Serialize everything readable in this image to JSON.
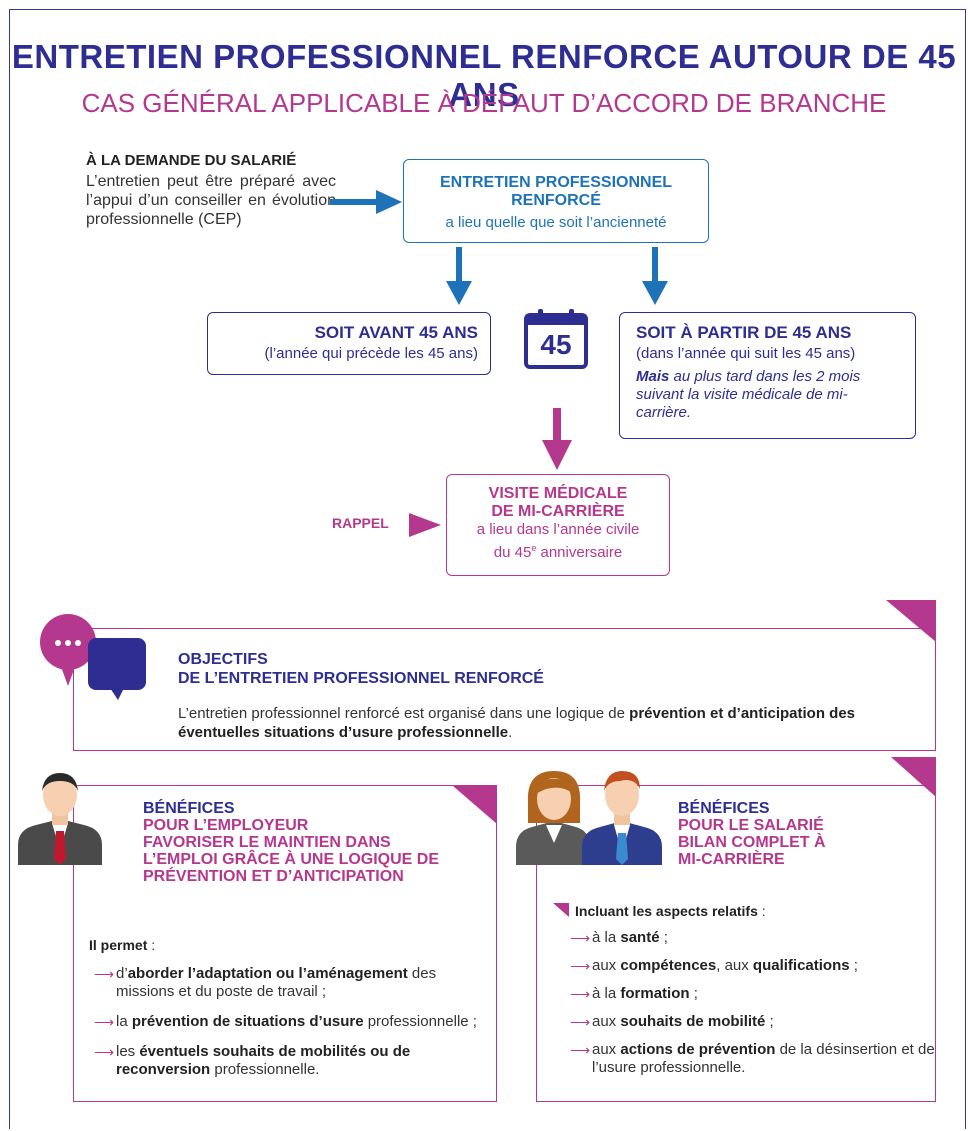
{
  "title": "ENTRETIEN PROFESSIONNEL RENFORCE AUTOUR DE 45 ANS",
  "subtitle": "CAS GÉNÉRAL APPLICABLE À DÉFAUT D’ACCORD DE BRANCHE",
  "demande": {
    "heading": "À LA DEMANDE DU SALARIÉ",
    "text": "L’entretien peut être préparé avec l’appui d’un conseiller en évolution professionnelle (CEP)"
  },
  "entretien_box": {
    "heading": "ENTRETIEN PROFESSIONNEL RENFORCÉ",
    "text": "a lieu quelle que soit l’ancienneté"
  },
  "avant": {
    "heading": "SOIT AVANT 45 ANS",
    "text": "(l’année qui précède les 45 ans)"
  },
  "calendar": {
    "number": "45"
  },
  "partir": {
    "heading": "SOIT À PARTIR DE 45 ANS",
    "text": "(dans l’année qui suit les 45 ans)",
    "mais_bold": "Mais",
    "mais_text": " au plus tard dans les 2 mois suivant la visite médicale de mi-carrière."
  },
  "rappel": "RAPPEL",
  "visite": {
    "heading_1": "VISITE MÉDICALE",
    "heading_2": "DE MI-CARRIÈRE",
    "text_1": "a lieu dans l’année civile",
    "text_2a": "du 45",
    "text_2sup": "e",
    "text_2b": " anniversaire"
  },
  "objectifs": {
    "heading_1": "OBJECTIFS",
    "heading_2": "DE L’ENTRETIEN PROFESSIONNEL RENFORCÉ",
    "text_a": "L’entretien professionnel renforcé est organisé dans une logique de ",
    "text_bold": "prévention et d’anticipation des éventuelles situations d’usure professionnelle",
    "text_b": "."
  },
  "employeur": {
    "h1": "BÉNÉFICES",
    "h2": "POUR L’EMPLOYEUR",
    "h3": "FAVORISER LE MAINTIEN DANS L’EMPLOI GRÂCE À UNE LOGIQUE DE PRÉVENTION ET D’ANTICIPATION",
    "intro": "Il permet",
    "intro_suffix": " :",
    "items": [
      {
        "a": "d’",
        "b": "aborder l’adaptation ou l’aménagement",
        "c": " des missions et du poste de travail ;"
      },
      {
        "a": "la ",
        "b": "prévention de situations d’usure",
        "c": " professionnelle ;"
      },
      {
        "a": "les ",
        "b": "éventuels souhaits de mobilités ou de reconversion",
        "c": " professionnelle."
      }
    ]
  },
  "salarie": {
    "h1": "BÉNÉFICES",
    "h2": "POUR LE SALARIÉ",
    "h3": "BILAN COMPLET À MI-CARRIÈRE",
    "intro": "Incluant les aspects relatifs",
    "intro_suffix": " :",
    "items": [
      {
        "a": "à la ",
        "b": "santé",
        "c": " ;",
        "b2": "",
        "c2": ""
      },
      {
        "a": "aux ",
        "b": "compétences",
        "c": ", aux ",
        "b2": "qualifications",
        "c2": " ;"
      },
      {
        "a": "à la ",
        "b": "formation",
        "c": " ;",
        "b2": "",
        "c2": ""
      },
      {
        "a": "aux ",
        "b": "souhaits de mobilité",
        "c": " ;",
        "b2": "",
        "c2": ""
      },
      {
        "a": "aux ",
        "b": "actions de prévention",
        "c": " de la désinsertion et de l’usure professionnelle.",
        "b2": "",
        "c2": ""
      }
    ]
  },
  "colors": {
    "navy": "#2e2e92",
    "magenta": "#b5388f",
    "blue": "#1e73b8"
  }
}
